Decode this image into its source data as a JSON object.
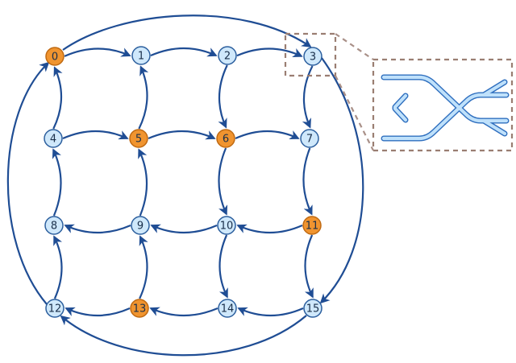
{
  "colors": {
    "edge": "#1f4d94",
    "node_default_fill": "#cfe8fb",
    "node_default_stroke": "#2c5f9e",
    "node_highlight_fill": "#f0942f",
    "node_highlight_stroke": "#c06a12",
    "zoom_box": "#9a7e72",
    "coupler_fill": "#bfe1fb",
    "coupler_outline": "#2f6fbf"
  },
  "nodes": [
    {
      "id": "0",
      "label": "0",
      "highlight": true
    },
    {
      "id": "1",
      "label": "1",
      "highlight": false
    },
    {
      "id": "2",
      "label": "2",
      "highlight": false
    },
    {
      "id": "3",
      "label": "3",
      "highlight": false
    },
    {
      "id": "4",
      "label": "4",
      "highlight": false
    },
    {
      "id": "5",
      "label": "5",
      "highlight": true
    },
    {
      "id": "6",
      "label": "6",
      "highlight": true
    },
    {
      "id": "7",
      "label": "7",
      "highlight": false
    },
    {
      "id": "8",
      "label": "8",
      "highlight": false
    },
    {
      "id": "9",
      "label": "9",
      "highlight": false
    },
    {
      "id": "10",
      "label": "10",
      "highlight": false
    },
    {
      "id": "11",
      "label": "11",
      "highlight": true
    },
    {
      "id": "12",
      "label": "12",
      "highlight": false
    },
    {
      "id": "13",
      "label": "13",
      "highlight": true
    },
    {
      "id": "14",
      "label": "14",
      "highlight": false
    },
    {
      "id": "15",
      "label": "15",
      "highlight": false
    }
  ],
  "edges": [
    {
      "from": "0",
      "to": "1",
      "bend": -1
    },
    {
      "from": "1",
      "to": "2",
      "bend": -1
    },
    {
      "from": "2",
      "to": "3",
      "bend": -1
    },
    {
      "from": "4",
      "to": "5",
      "bend": -1
    },
    {
      "from": "5",
      "to": "6",
      "bend": -1
    },
    {
      "from": "6",
      "to": "7",
      "bend": -1
    },
    {
      "from": "9",
      "to": "8",
      "bend": -1
    },
    {
      "from": "10",
      "to": "9",
      "bend": -1
    },
    {
      "from": "11",
      "to": "10",
      "bend": -1
    },
    {
      "from": "13",
      "to": "12",
      "bend": -1
    },
    {
      "from": "14",
      "to": "13",
      "bend": -1
    },
    {
      "from": "15",
      "to": "14",
      "bend": -1
    },
    {
      "from": "4",
      "to": "0",
      "bend": 1
    },
    {
      "from": "8",
      "to": "4",
      "bend": 1
    },
    {
      "from": "12",
      "to": "8",
      "bend": 1
    },
    {
      "from": "5",
      "to": "1",
      "bend": 1
    },
    {
      "from": "9",
      "to": "5",
      "bend": 1
    },
    {
      "from": "13",
      "to": "9",
      "bend": 1
    },
    {
      "from": "2",
      "to": "6",
      "bend": 1
    },
    {
      "from": "6",
      "to": "10",
      "bend": 1
    },
    {
      "from": "10",
      "to": "14",
      "bend": 1
    },
    {
      "from": "3",
      "to": "7",
      "bend": 1
    },
    {
      "from": "7",
      "to": "11",
      "bend": 1
    },
    {
      "from": "11",
      "to": "15",
      "bend": 1
    }
  ],
  "outer_edges": [
    {
      "from": "0",
      "to": "3"
    },
    {
      "from": "3",
      "to": "15"
    },
    {
      "from": "15",
      "to": "12"
    },
    {
      "from": "12",
      "to": "0"
    }
  ],
  "inset": {
    "zoomed_node": "3",
    "content": "directional-coupler"
  }
}
